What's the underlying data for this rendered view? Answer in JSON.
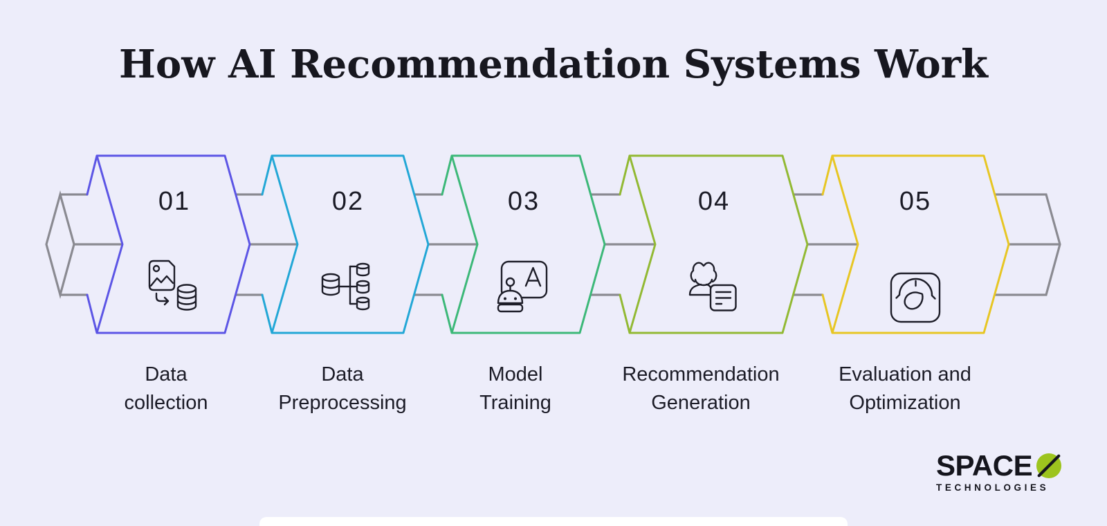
{
  "title": "How AI Recommendation Systems Work",
  "steps": [
    {
      "number": "01",
      "label": "Data collection",
      "label_lines": [
        "Data",
        "collection"
      ],
      "color": "#5C55E5",
      "icon": "data-collection-icon"
    },
    {
      "number": "02",
      "label": "Data Preprocessing",
      "label_lines": [
        "Data",
        "Preprocessing"
      ],
      "color": "#22A7D6",
      "icon": "data-preprocessing-icon"
    },
    {
      "number": "03",
      "label": "Model Training",
      "label_lines": [
        "Model",
        "Training"
      ],
      "color": "#3CB878",
      "icon": "model-training-icon"
    },
    {
      "number": "04",
      "label": "Recommendation Generation",
      "label_lines": [
        "Recommendation",
        "Generation"
      ],
      "color": "#92B933",
      "icon": "recommendation-generation-icon"
    },
    {
      "number": "05",
      "label": "Evaluation and Optimization",
      "label_lines": [
        "Evaluation and",
        "Optimization"
      ],
      "color": "#E7C623",
      "icon": "evaluation-optimization-icon"
    }
  ],
  "logo": {
    "brand": "SPACE",
    "symbol": "O-slash",
    "symbol_color": "#9DC41E",
    "tagline": "TECHNOLOGIES"
  },
  "colors": {
    "background": "#EDEDFA",
    "connector": "#8A8A91",
    "heading_text": "#17171F",
    "label_text": "#1B1B26",
    "icon_stroke": "#1D1D28",
    "logo_text": "#15151D",
    "card_edge": "#FFFFFF"
  }
}
